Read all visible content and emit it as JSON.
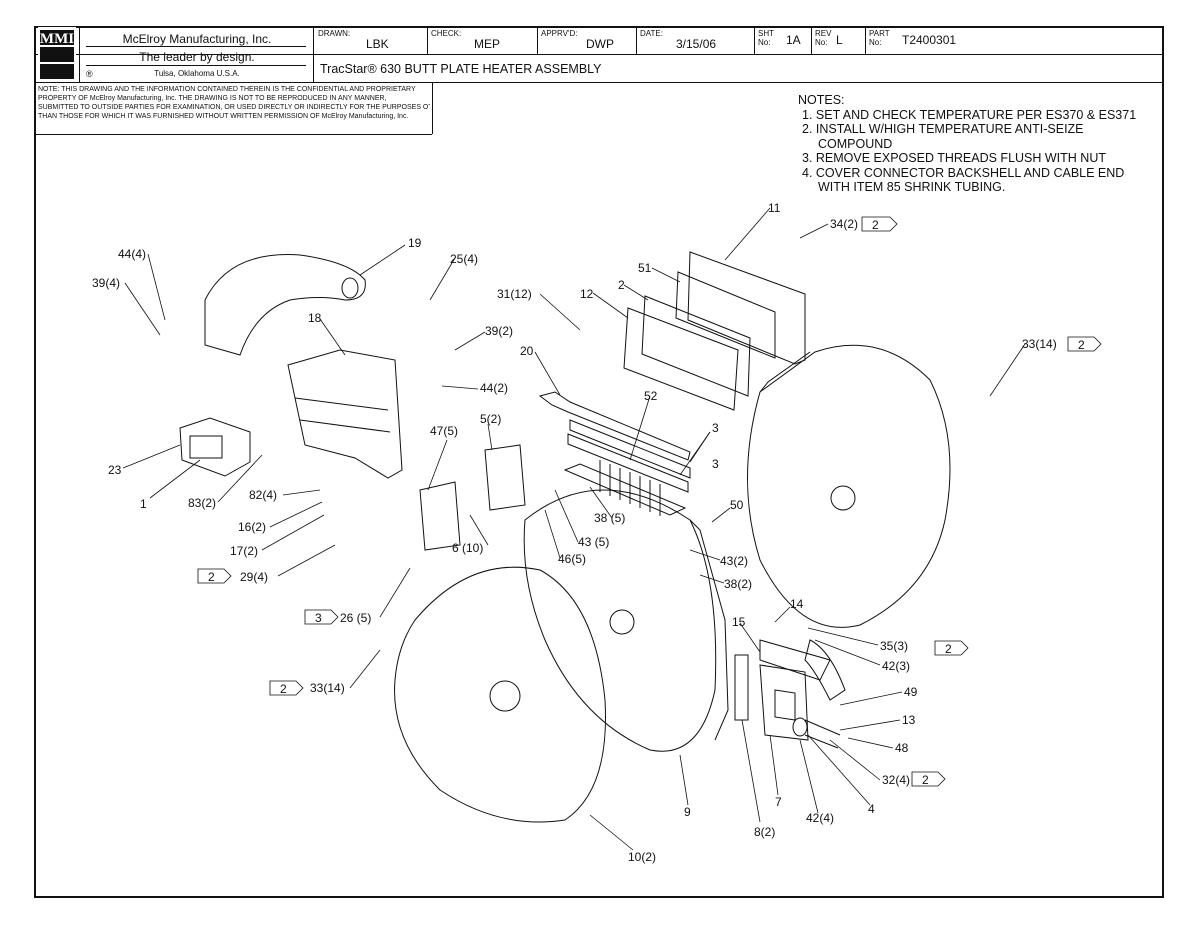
{
  "title_block": {
    "logo_letters": "MMI",
    "company": "McElroy Manufacturing, Inc.",
    "slogan": "The leader by design.",
    "registered_mark": "®",
    "location": "Tulsa, Oklahoma U.S.A.",
    "drawn_label": "DRAWN:",
    "drawn_value": "LBK",
    "check_label": "CHECK:",
    "check_value": "MEP",
    "apprvd_label": "APPRV'D:",
    "apprvd_value": "DWP",
    "date_label": "DATE:",
    "date_value": "3/15/06",
    "sht_label_1": "SHT",
    "sht_label_2": "No:",
    "sht_value": "1A",
    "rev_label_1": "REV",
    "rev_label_2": "No:",
    "rev_value": "L",
    "part_label_1": "PART",
    "part_label_2": "No:",
    "part_value": "T2400301",
    "drawing_title": "TracStar® 630 BUTT PLATE HEATER ASSEMBLY"
  },
  "confidential_notice": [
    "NOTE: THIS DRAWING AND THE INFORMATION CONTAINED THEREIN IS THE CONFIDENTIAL AND PROPRIETARY",
    "PROPERTY OF McElroy Manufacturing, Inc. THE DRAWING IS NOT TO BE REPRODUCED IN ANY MANNER,",
    "SUBMITTED TO OUTSIDE PARTIES FOR EXAMINATION, OR USED DIRECTLY OR INDIRECTLY FOR THE PURPOSES OTHER",
    "THAN THOSE FOR WHICH IT WAS FURNISHED WITHOUT WRITTEN PERMISSION OF McElroy Manufacturing, Inc."
  ],
  "notes": {
    "heading": "NOTES:",
    "lines": [
      "1. SET AND CHECK TEMPERATURE PER ES370 & ES371",
      "2. INSTALL W/HIGH TEMPERATURE ANTI-SEIZE",
      "    COMPOUND",
      "3. REMOVE EXPOSED THREADS FLUSH WITH NUT",
      "4. COVER CONNECTOR BACKSHELL AND CABLE END",
      "    WITH ITEM 85 SHRINK TUBING."
    ]
  },
  "callouts": [
    "44(4)",
    "39(4)",
    "19",
    "25(4)",
    "31(12)",
    "12",
    "2",
    "51",
    "11",
    "34(2)",
    "18",
    "39(2)",
    "44(2)",
    "20",
    "52",
    "3",
    "3",
    "33(14)",
    "47(5)",
    "5(2)",
    "23",
    "1",
    "83(2)",
    "82(4)",
    "16(2)",
    "17(2)",
    "29(4)",
    "38 (5)",
    "50",
    "6 (10)",
    "43 (5)",
    "46(5)",
    "43(2)",
    "38(2)",
    "26 (5)",
    "14",
    "15",
    "35(3)",
    "42(3)",
    "33(14)",
    "49",
    "13",
    "48",
    "32(4)",
    "7",
    "42(4)",
    "4",
    "9",
    "8(2)",
    "10(2)"
  ],
  "note_flags": [
    "2",
    "2",
    "2",
    "3",
    "2",
    "2",
    "2"
  ]
}
